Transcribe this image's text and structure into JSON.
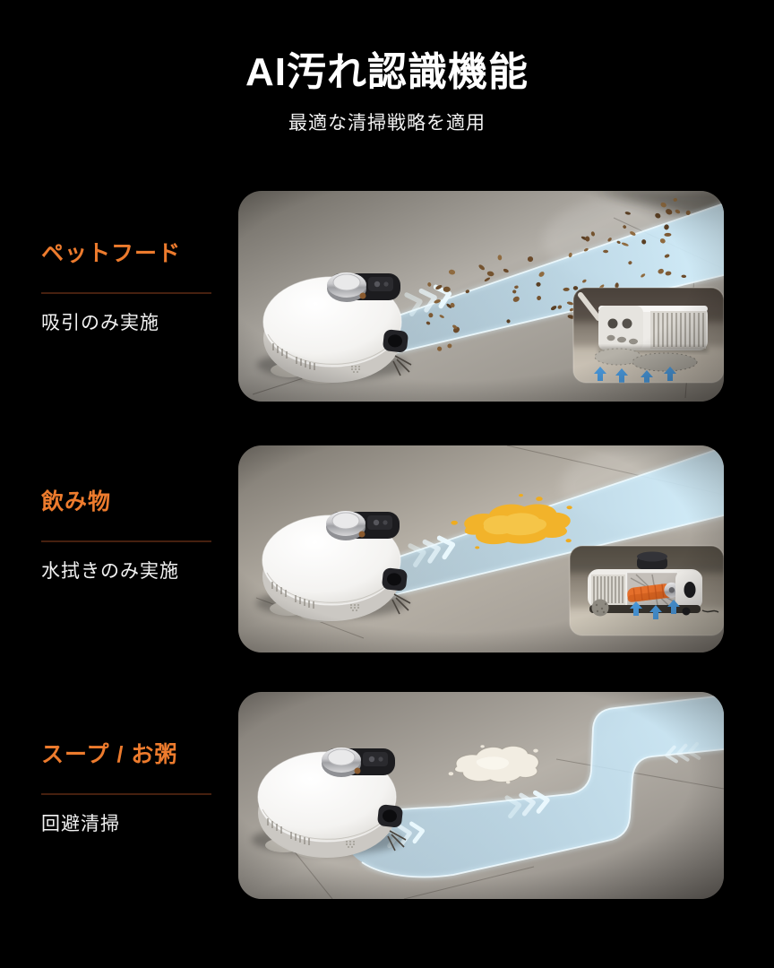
{
  "page": {
    "title": "AI汚れ認識機能",
    "subtitle": "最適な清掃戦略を適用"
  },
  "colors": {
    "background": "#000000",
    "accent_orange": "#ED7B2D",
    "divider_line": "#46200F",
    "heading_text": "#FFFFFF",
    "body_text": "#F2F2F2",
    "trail_blue": "#BDE2F7",
    "trail_edge_glow": "#E9F8FF",
    "pet_food_brown": "#7D5A35",
    "drink_spill_orange": "#F2B32A",
    "soup_spill_white": "#F2EDE2",
    "inset_arrow_blue": "#4A9BE0"
  },
  "sections": [
    {
      "id": "pet-food",
      "label": "ペットフード",
      "description": "吸引のみ実施",
      "scene": {
        "image": "robot-vacuum-suction-scene",
        "debris": "pet-food-kibble",
        "inset": "mop-lifted-suction-closeup"
      }
    },
    {
      "id": "drink",
      "label": "飲み物",
      "description": "水拭きのみ実施",
      "scene": {
        "image": "robot-vacuum-mopping-scene",
        "debris": "drink-spill",
        "inset": "mop-roller-closeup"
      }
    },
    {
      "id": "soup-porridge",
      "label": "スープ / お粥",
      "description": "回避清掃",
      "scene": {
        "image": "robot-vacuum-avoidance-scene",
        "debris": "soup-spill",
        "inset": null
      }
    }
  ]
}
